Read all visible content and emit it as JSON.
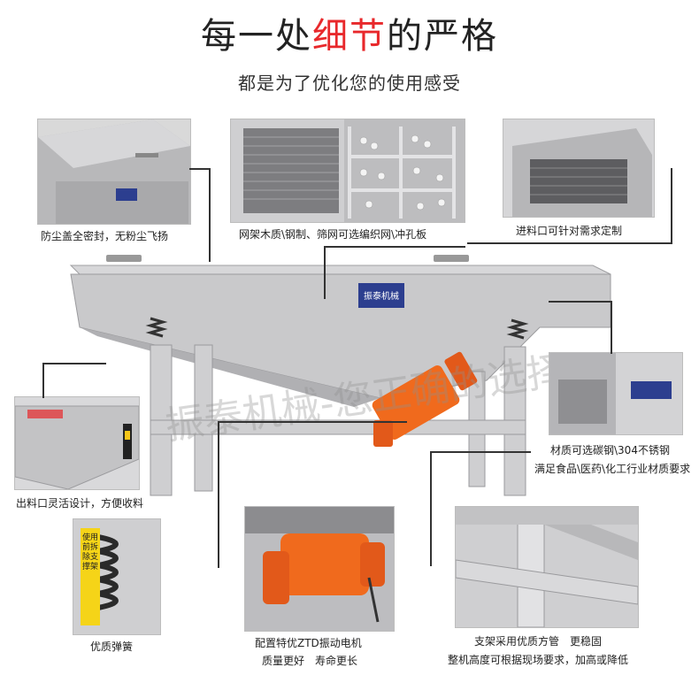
{
  "header": {
    "title_part1": "每一处",
    "title_highlight": "细节",
    "title_part2": "的严格",
    "subtitle": "都是为了优化您的使用感受"
  },
  "captions": {
    "dust_cover": "防尘盖全密封，无粉尘飞扬",
    "screen_mesh": "网架木质\\钢制、筛网可选编织网\\冲孔板",
    "feed_inlet": "进料口可针对需求定制",
    "discharge_outlet": "出料口灵活设计，方便收料",
    "material_line1": "材质可选碳钢\\304不锈钢",
    "material_line2": "满足食品\\医药\\化工行业材质要求",
    "spring": "优质弹簧",
    "motor_line1": "配置特优ZTD振动电机",
    "motor_line2": "质量更好　寿命更长",
    "frame_line1": "支架采用优质方管　更稳固",
    "frame_line2": "整机高度可根据现场要求，加高或降低"
  },
  "machine": {
    "nameplate": "振泰机械",
    "watermark": "振泰机械-您正确的选择"
  },
  "spring_label": "使用前拆除支撑架",
  "colors": {
    "accent_red": "#e8282b",
    "steel": "#c9c9cb",
    "motor_orange": "#f06a1d",
    "plate_blue": "#2c3e8f"
  }
}
